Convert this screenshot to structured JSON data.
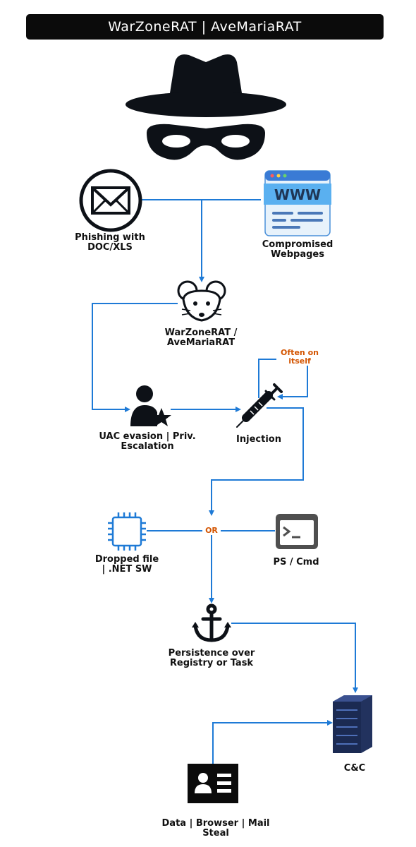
{
  "title": "WarZoneRAT | AveMariaRAT",
  "nodes": {
    "phishing": "Phishing with\nDOC/XLS",
    "webpages": "Compromised\nWebpages",
    "rat": "WarZoneRAT /\nAveMariaRAT",
    "uac": "UAC evasion | Priv.\nEscalation",
    "injection": "Injection",
    "often": "Often on\nitself",
    "dropped": "Dropped file\n| .NET SW",
    "or": "OR",
    "ps": "PS / Cmd",
    "persistence": "Persistence over\nRegistry or Task",
    "cc": "C&C",
    "steal": "Data | Browser | Mail\nSteal"
  },
  "www_text": "WWW",
  "colors": {
    "arrow": "#1e7ad6",
    "accent_orange": "#d35400",
    "dark": "#0d1117"
  }
}
